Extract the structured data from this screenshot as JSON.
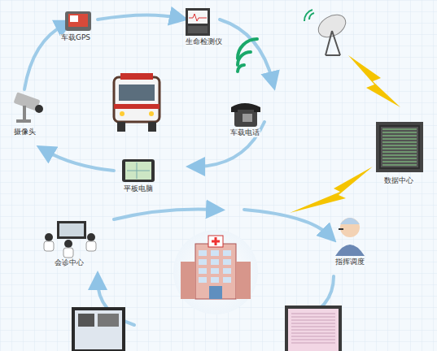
{
  "diagram": {
    "labels": [
      "车载GPS",
      "生命检测仪",
      "车载电话",
      "平板电脑",
      "摄像头",
      "数据中心",
      "会诊中心",
      "指挥调度"
    ]
  }
}
